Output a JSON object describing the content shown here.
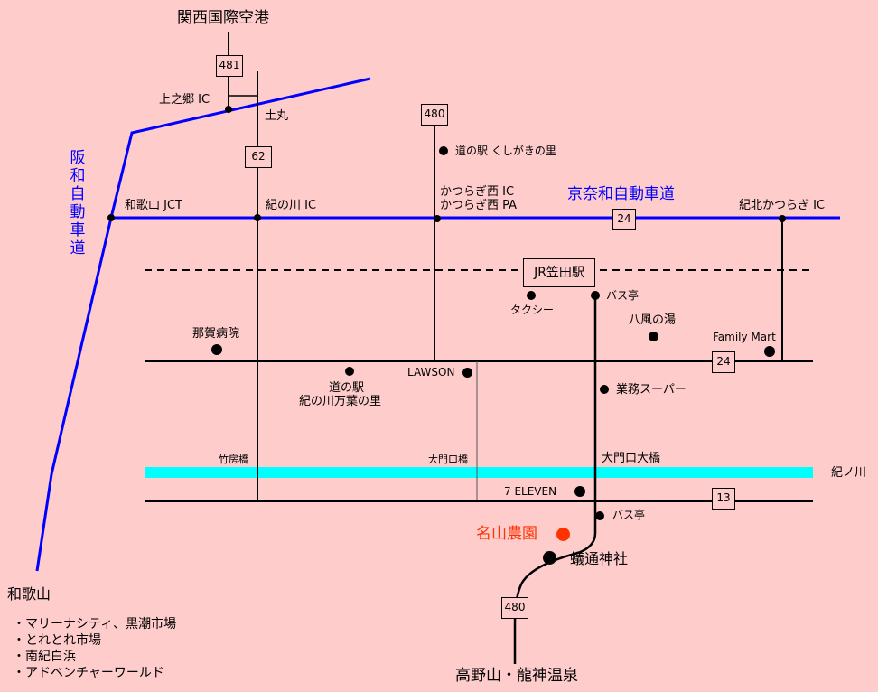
{
  "map": {
    "destinations": {
      "airport": "関西国際空港",
      "koyasan": "高野山・龍神温泉",
      "wakayama": "和歌山"
    },
    "expressways": {
      "hanwa": "阪和自動車道",
      "keinawa": "京奈和自動車道"
    },
    "interchanges": {
      "kaminogo": "上之郷 IC",
      "wakayama_jct": "和歌山 JCT",
      "kinokawa": "紀の川 IC",
      "katsuragi_nishi_ic": "かつらぎ西 IC",
      "katsuragi_nishi_pa": "かつらぎ西 PA",
      "kihoku_katsuragi": "紀北かつらぎ IC"
    },
    "places": {
      "tsuchimaru": "土丸",
      "kushigaki": "道の駅 くしがきの里",
      "station": "JR笠田駅",
      "taxi": "タクシー",
      "bus_stop_1": "バス亭",
      "happuu": "八風の湯",
      "family_mart": "Family Mart",
      "naga_hospital": "那賀病院",
      "lawson": "LAWSON",
      "michinoeki_line1": "道の駅",
      "michinoeki_line2": "紀の川万葉の里",
      "gyomu_super": "業務スーパー",
      "takebusa_bridge": "竹房橋",
      "daimonguchi_bridge": "大門口橋",
      "daimonguchi_ohashi": "大門口大橋",
      "kinokawa_river": "紀ノ川",
      "seven_eleven": "7 ELEVEN",
      "bus_stop_2": "バス亭",
      "nayama_farm": "名山農園",
      "hetsu_shrine": "蟻通神社"
    },
    "routes": {
      "r481": "481",
      "r62": "62",
      "r480_north": "480",
      "r24_expressway": "24",
      "r24_local": "24",
      "r13": "13",
      "r480_south": "480"
    },
    "wakayama_spots": [
      "マリーナシティ、黒潮市場",
      "とれとれ市場",
      "南紀白浜",
      "アドベンチャーワールド"
    ],
    "colors": {
      "background": "#ffcccc",
      "expressway": "#0000ff",
      "river": "#00ffff",
      "road": "#000000",
      "highlight": "#ff3300"
    }
  }
}
